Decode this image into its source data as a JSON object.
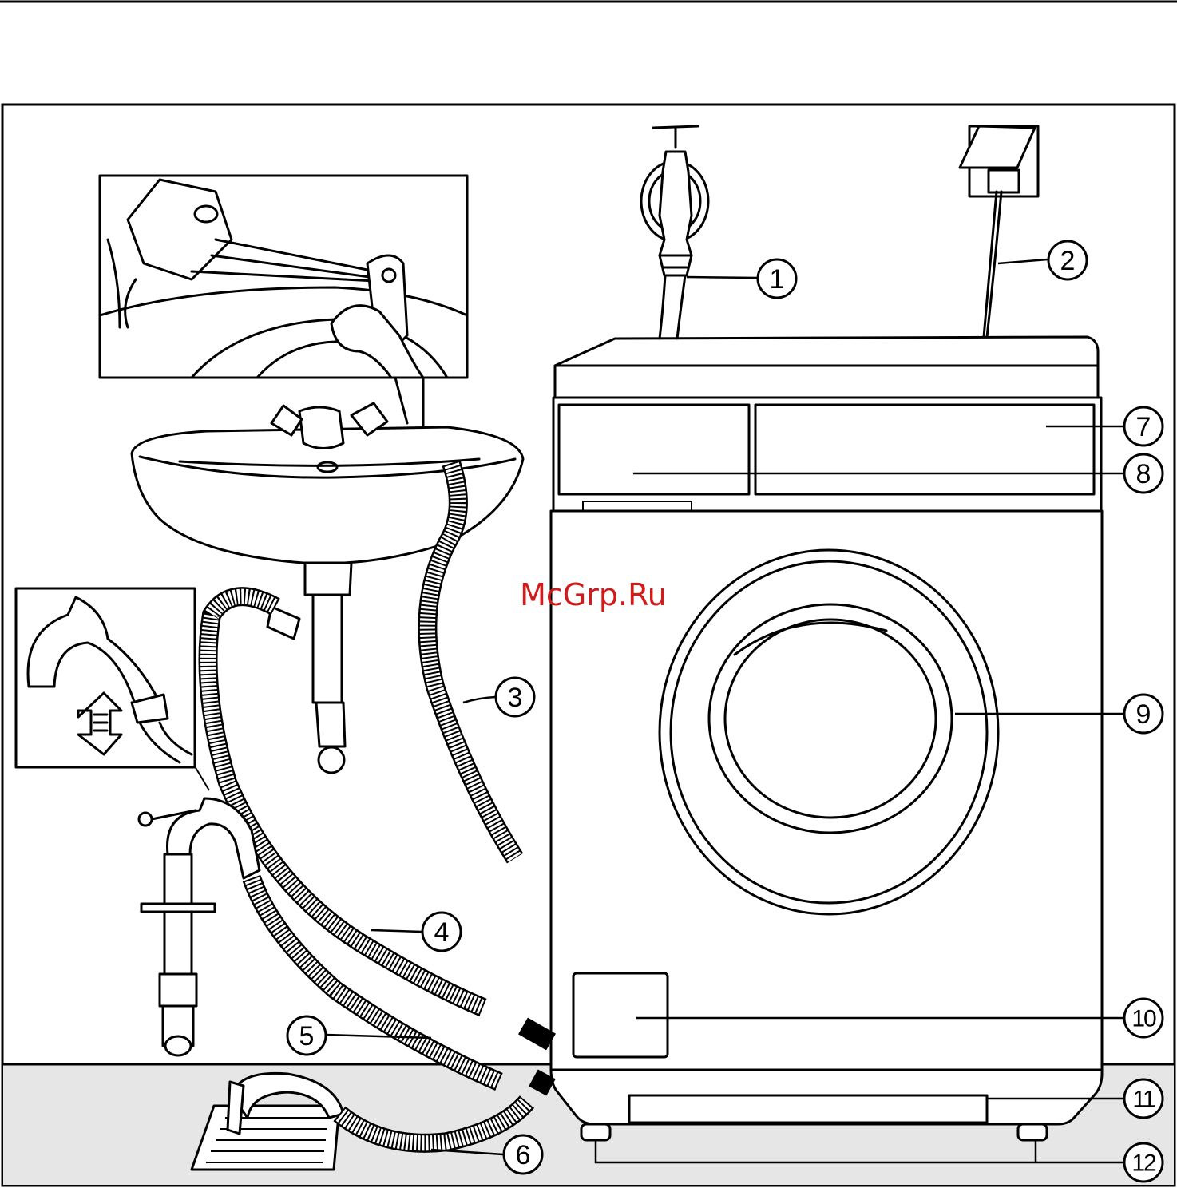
{
  "watermark": "McGrp.Ru",
  "callouts": [
    {
      "id": "1",
      "label": "1"
    },
    {
      "id": "2",
      "label": "2"
    },
    {
      "id": "3",
      "label": "3"
    },
    {
      "id": "4",
      "label": "4"
    },
    {
      "id": "5",
      "label": "5"
    },
    {
      "id": "6",
      "label": "6"
    },
    {
      "id": "7",
      "label": "7"
    },
    {
      "id": "8",
      "label": "8"
    },
    {
      "id": "9",
      "label": "9"
    },
    {
      "id": "10",
      "label": "10"
    },
    {
      "id": "11",
      "label": "11"
    },
    {
      "id": "12",
      "label": "12"
    }
  ],
  "colors": {
    "line": "#000000",
    "floor": "#e6e6e6",
    "watermark": "#d11a1a"
  }
}
